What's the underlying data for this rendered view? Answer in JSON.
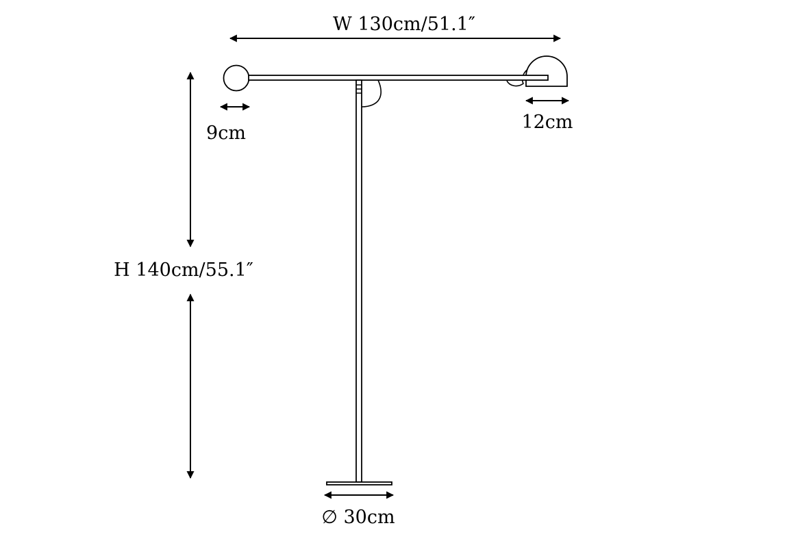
{
  "dimensions": {
    "width_label": "W 130cm/51.1″",
    "height_label": "H 140cm/55.1″",
    "counterweight_label": "9cm",
    "shade_label": "12cm",
    "base_label": "∅ 30cm"
  },
  "colors": {
    "line": "#000000",
    "background": "#ffffff"
  }
}
